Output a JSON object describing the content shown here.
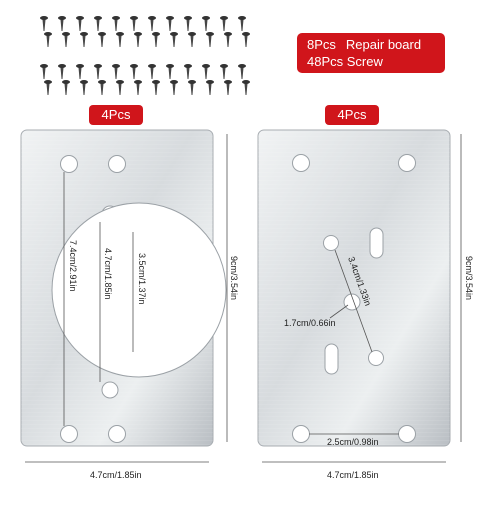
{
  "info": {
    "line1_qty": "8Pcs",
    "line1_name": "Repair board",
    "line2": "48Pcs Screw"
  },
  "left_plate": {
    "badge": "4Pcs",
    "dim_large_circle": "7.4cm/2.91in",
    "dim_hole_span": "4.7cm/1.85in",
    "dim_circle_diameter": "3.5cm/1.37in",
    "dim_height": "9cm/3.54in",
    "dim_width": "4.7cm/1.85in"
  },
  "right_plate": {
    "badge": "4Pcs",
    "dim_diagonal": "3.4cm/1.33in",
    "dim_small": "1.7cm/0.66in",
    "dim_bottom_holes": "2.5cm/0.98in",
    "dim_height": "9cm/3.54in",
    "dim_width": "4.7cm/1.85in"
  },
  "colors": {
    "badge_red": "#d0151b",
    "plate_light": "#e9ecee",
    "plate_dark": "#b8bdc2",
    "screw_dark": "#2b2b2b"
  },
  "icons": {
    "screw": "screw-icon"
  }
}
